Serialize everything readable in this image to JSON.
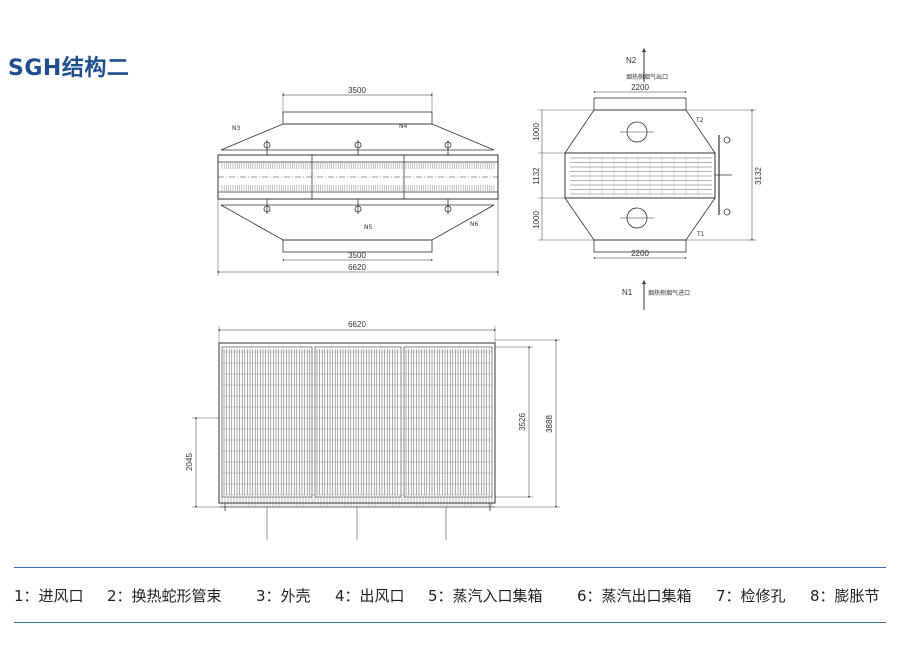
{
  "title": "SGH结构二",
  "front_view": {
    "dim_top": "3500",
    "dim_bottom_inner": "3500",
    "dim_bottom_total": "6620",
    "labels": {
      "n3": "N3",
      "n4": "N4",
      "n5": "N5",
      "n6": "N6"
    }
  },
  "side_view": {
    "n2": "N2",
    "n2_text": "烟热侧烟气出口",
    "n1": "N1",
    "n1_text": "烟热侧烟气进口",
    "dim_top": "2200",
    "dim_bottom": "2200",
    "dim_left_upper": "1000",
    "dim_left_mid": "1132",
    "dim_left_lower": "1000",
    "dim_right": "3132",
    "t1": "T1",
    "t2": "T2"
  },
  "plan_view": {
    "dim_top": "6620",
    "dim_left": "2045",
    "dim_right_inner": "3526",
    "dim_right_outer": "3888"
  },
  "legend": [
    "1：进风口",
    "2：换热蛇形管束",
    "3：外壳",
    "4：出风口",
    "5：蒸汽入口集箱",
    "6：蒸汽出口集箱",
    "7：检修孔",
    "8：膨胀节"
  ],
  "colors": {
    "title": "#1f4e8c",
    "rule": "#3a6fb0",
    "line": "#333333"
  }
}
